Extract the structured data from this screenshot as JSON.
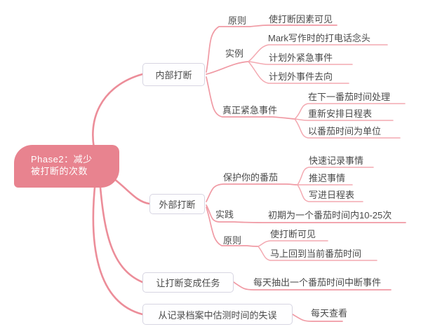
{
  "app": {
    "type": "mind-map",
    "background": "#ffffff"
  },
  "colors": {
    "root_fill": "#E8838F",
    "root_text": "#ffffff",
    "branch_main": "#EC8D99",
    "branch_sub": "#F09AA4",
    "branch_leaf": "#F3A9B1",
    "node_border": "#D7D5E2",
    "node_bg": "#FEFEFF",
    "node_text": "#4A4A4A"
  },
  "tree": {
    "label": "Phase2：减少被打断的次数",
    "children": [
      {
        "label": "内部打断",
        "children": [
          {
            "label": "原则",
            "children": [
              {
                "label": "使打断因素可见"
              }
            ]
          },
          {
            "label": "实例",
            "children": [
              {
                "label": "Mark写作时的打电话念头"
              },
              {
                "label": "计划外紧急事件"
              },
              {
                "label": "计划外事件去向"
              }
            ]
          },
          {
            "label": "真正紧急事件",
            "children": [
              {
                "label": "在下一番茄时间处理"
              },
              {
                "label": "重新安排日程表"
              },
              {
                "label": "以番茄时间为单位"
              }
            ]
          }
        ]
      },
      {
        "label": "外部打断",
        "children": [
          {
            "label": "保护你的番茄",
            "children": [
              {
                "label": "快速记录事情"
              },
              {
                "label": "推迟事情"
              },
              {
                "label": "写进日程表"
              }
            ]
          },
          {
            "label": "实践",
            "children": [
              {
                "label": "初期为一个番茄时间内10-25次"
              }
            ]
          },
          {
            "label": "原则",
            "children": [
              {
                "label": "使打断可见"
              },
              {
                "label": "马上回到当前番茄时间"
              }
            ]
          }
        ]
      },
      {
        "label": "让打断变成任务",
        "children": [
          {
            "label": "每天抽出一个番茄时间中断事件"
          }
        ]
      },
      {
        "label": "从记录档案中估测时间的失误",
        "children": [
          {
            "label": "每天查看"
          }
        ]
      }
    ]
  }
}
